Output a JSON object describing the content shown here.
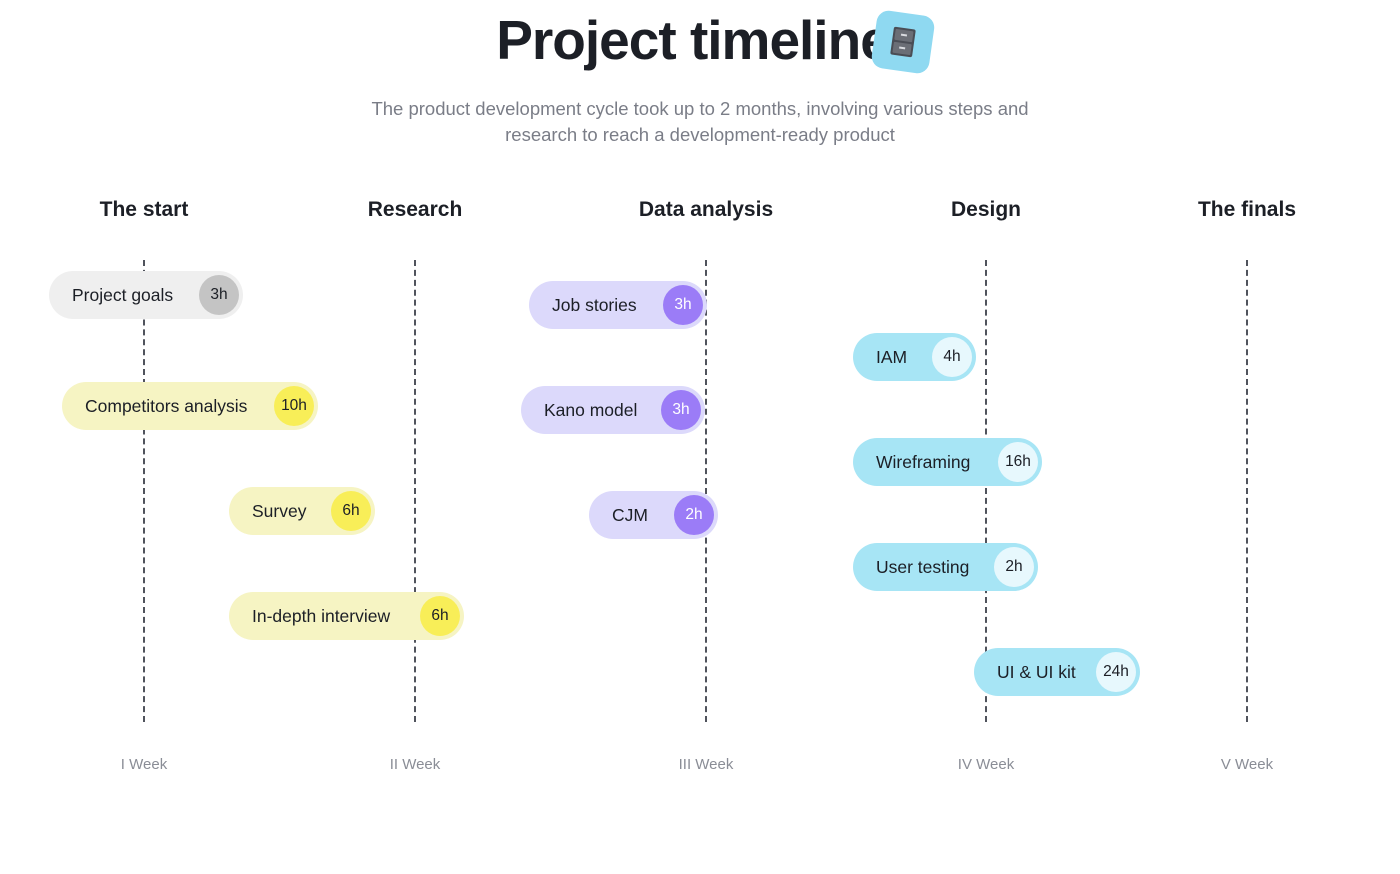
{
  "header": {
    "title": "Project timeline",
    "icon": "cabinet-icon",
    "subtitle_line1": "The product development cycle took up to 2 months, involving various steps and",
    "subtitle_line2": "research to reach a development-ready product"
  },
  "phases": [
    "The start",
    "Research",
    "Data analysis",
    "Design",
    "The finals"
  ],
  "weeks": [
    "I Week",
    "II Week",
    "III Week",
    "IV Week",
    "V Week"
  ],
  "tasks": [
    {
      "label": "Project goals",
      "hours": "3h",
      "color": "#efefef"
    },
    {
      "label": "Competitors analysis",
      "hours": "10h",
      "color": "#f6f4c3"
    },
    {
      "label": "Survey",
      "hours": "6h",
      "color": "#f6f4c3"
    },
    {
      "label": "In-depth interview",
      "hours": "6h",
      "color": "#f6f4c3"
    },
    {
      "label": "Job stories",
      "hours": "3h",
      "color": "#dcd9fb"
    },
    {
      "label": "Kano model",
      "hours": "3h",
      "color": "#dcd9fb"
    },
    {
      "label": "CJM",
      "hours": "2h",
      "color": "#dcd9fb"
    },
    {
      "label": "IAM",
      "hours": "4h",
      "color": "#a7e5f5"
    },
    {
      "label": "Wireframing",
      "hours": "16h",
      "color": "#a7e5f5"
    },
    {
      "label": "User testing",
      "hours": "2h",
      "color": "#a7e5f5"
    },
    {
      "label": "UI & UI kit",
      "hours": "24h",
      "color": "#a7e5f5"
    }
  ]
}
